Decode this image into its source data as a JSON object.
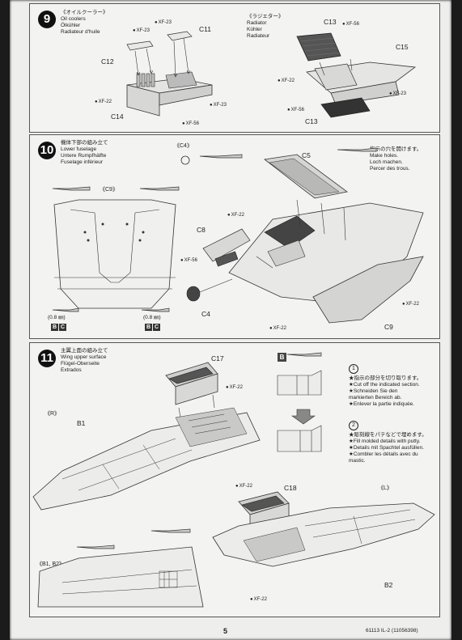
{
  "step9": {
    "number": "9",
    "oil": {
      "jp": "《オイルクーラー》",
      "en": "Oil coolers",
      "de": "Ölkühler",
      "fr": "Radiateur d'huile"
    },
    "radiator": {
      "jp": "《ラジエター》",
      "en": "Radiator",
      "de": "Kühler",
      "fr": "Radiateur"
    },
    "parts": {
      "c11": "C11",
      "c12": "C12",
      "c14": "C14",
      "c13a": "C13",
      "c13b": "C13",
      "c15": "C15"
    },
    "paints": {
      "xf23a": "XF-23",
      "xf23b": "XF-23",
      "xf23c": "XF-23",
      "xf22a": "XF-22",
      "xf56a": "XF-56",
      "xf56b": "XF-56",
      "xf22b": "XF-22",
      "xf56c": "XF-56",
      "xf23d": "XF-23"
    }
  },
  "step10": {
    "number": "10",
    "title": {
      "jp": "機体下部の組み立て",
      "en": "Lower fuselage",
      "de": "Untere Rumpfhälfte",
      "fr": "Fuselage inférieur"
    },
    "c4_callout": "《C4》",
    "c9_callout": "《C9》",
    "holes": {
      "jp": "指示の穴を開けます。",
      "en": "Make holes.",
      "de": "Loch machen.",
      "fr": "Percer des trous."
    },
    "drill_a": "(0.8 ㎜)",
    "drill_b": "(0.8 ㎜)",
    "parts": {
      "c5": "C5",
      "c8": "C8",
      "c4": "C4",
      "c9": "C9"
    },
    "paints": {
      "xf22a": "XF-22",
      "xf56": "XF-56",
      "xf22b": "XF-22",
      "xf22c": "XF-22"
    },
    "bc": [
      "B",
      "C",
      "B",
      "C"
    ]
  },
  "step11": {
    "number": "11",
    "title": {
      "jp": "主翼上面の組み立て",
      "en": "Wing upper surface",
      "de": "Flügel-Oberseite",
      "fr": "Extrados"
    },
    "r_callout": "《R》",
    "l_callout": "《L》",
    "b1b2_callout": "《B1, B2》",
    "sub_b": "B",
    "note1_num": "1",
    "note1": [
      "★指示の部分を切り取ります。",
      "★Cut off the indicated section.",
      "★Schneiden Sie den",
      "markierten Bereich ab.",
      "★Enlever la partie indiquée."
    ],
    "note2_num": "2",
    "note2": [
      "★彫刻線をパテなどで埋めます。",
      "★Fill molded details with putty.",
      "★Details mit Spachtel ausfüllen.",
      "★Combler les détails avec du",
      "mastic."
    ],
    "parts": {
      "c17": "C17",
      "b1": "B1",
      "c18": "C18",
      "b2": "B2"
    },
    "paints": {
      "xf22a": "XF-22",
      "xf22b": "XF-22",
      "xf22c": "XF-22"
    }
  },
  "footer": {
    "page": "5",
    "code": "61113 IL-2 (11056398)"
  }
}
